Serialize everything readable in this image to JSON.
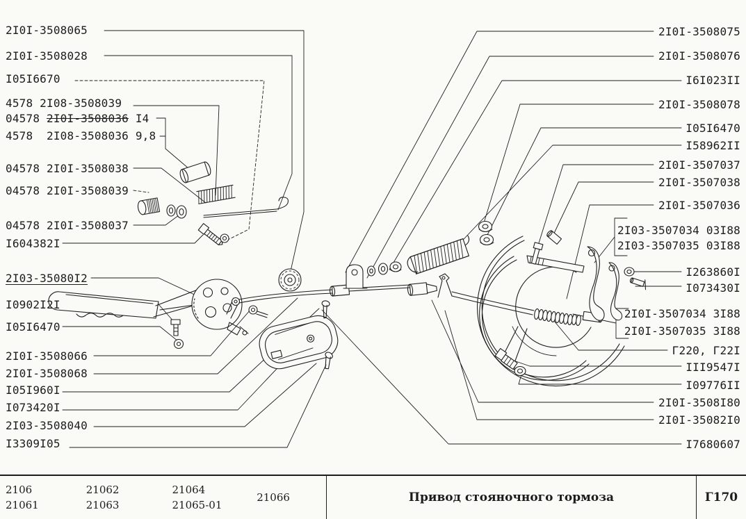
{
  "left_labels": [
    {
      "text": "2I0I-3508065"
    },
    {
      "text": "2I0I-3508028"
    },
    {
      "text": "I05I6670"
    },
    {
      "text": "4578 2I08-3508039"
    },
    {
      "pre": "04578 ",
      "strike": "2I0I-3508036",
      "post": " I4"
    },
    {
      "text": "4578  2I08-3508036 9,8"
    },
    {
      "text": "04578 2I0I-3508038"
    },
    {
      "text": "04578 2I0I-3508039"
    },
    {
      "text": "04578 2I0I-3508037"
    },
    {
      "text": "I604382I"
    },
    {
      "text": "2I03-35080I2"
    },
    {
      "text": "I0902I2I"
    },
    {
      "text": "I05I6470"
    },
    {
      "text": "2I0I-3508066"
    },
    {
      "text": "2I0I-3508068"
    },
    {
      "text": "I05I960I"
    },
    {
      "text": "I073420I"
    },
    {
      "text": "2I03-3508040"
    },
    {
      "text": "I3309I05"
    }
  ],
  "right_labels": [
    {
      "text": "2I0I-3508075"
    },
    {
      "text": "2I0I-3508076"
    },
    {
      "text": "I6I023II"
    },
    {
      "text": "2I0I-3508078"
    },
    {
      "text": "I05I6470"
    },
    {
      "text": "I58962II"
    },
    {
      "text": "2I0I-3507037"
    },
    {
      "text": "2I0I-3507038"
    },
    {
      "text": "2I0I-3507036"
    },
    {
      "text": "2I03-3507034 03I88"
    },
    {
      "text": "2I03-3507035 03I88"
    },
    {
      "text": "I263860I"
    },
    {
      "text": "I073430I"
    },
    {
      "text": "2I0I-3507034 3I88"
    },
    {
      "text": "2I0I-3507035 3I88"
    },
    {
      "text": "Г220, Г22I"
    },
    {
      "text": "III9547I"
    },
    {
      "text": "I09776II"
    },
    {
      "text": "2I0I-3508I80"
    },
    {
      "text": "2I0I-35082I0"
    },
    {
      "text": "I7680607"
    }
  ],
  "footer": {
    "models_col1": [
      "2106",
      "21061"
    ],
    "models_col2": [
      "21062",
      "21063"
    ],
    "models_col3": [
      "21064",
      "21065-01"
    ],
    "models_col4": [
      "21066"
    ],
    "title": "Привод стояночного тормоза",
    "code": "Г170"
  }
}
